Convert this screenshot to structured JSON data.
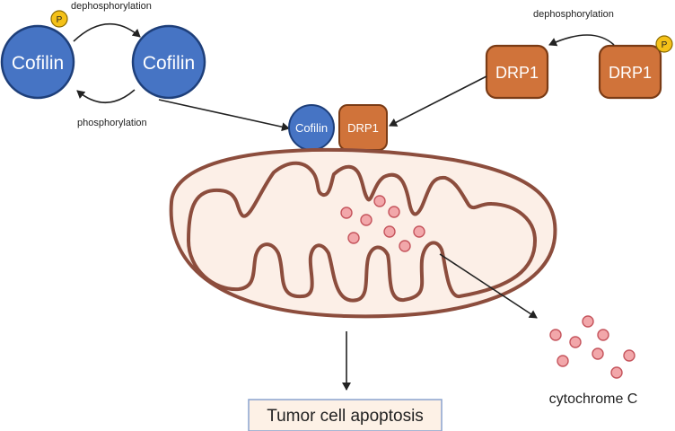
{
  "proteins": {
    "cofilin_phospho": "Cofilin",
    "cofilin_active": "Cofilin",
    "drp1_active": "DRP1",
    "drp1_phospho": "DRP1",
    "complex_cofilin": "Cofilin",
    "complex_drp1": "DRP1",
    "phosphate": "P"
  },
  "reactions": {
    "cofilin_dephos": "dephosphorylation",
    "cofilin_phos": "phosphorylation",
    "drp1_dephos": "dephosphorylation"
  },
  "outcomes": {
    "cytochrome": "cytochrome C",
    "apoptosis": "Tumor cell apoptosis"
  },
  "colors": {
    "cofilin": "#4674c4",
    "drp1": "#d0733a",
    "phosphate": "#f4c118",
    "mito_fill": "#fcefe7",
    "mito_stroke": "#8c4d3d",
    "cyto_fill": "#f2a7aa",
    "cyto_stroke": "#c5545c",
    "apoptosis_box": "#fdf1e6",
    "apoptosis_border": "#8aa3cf"
  }
}
